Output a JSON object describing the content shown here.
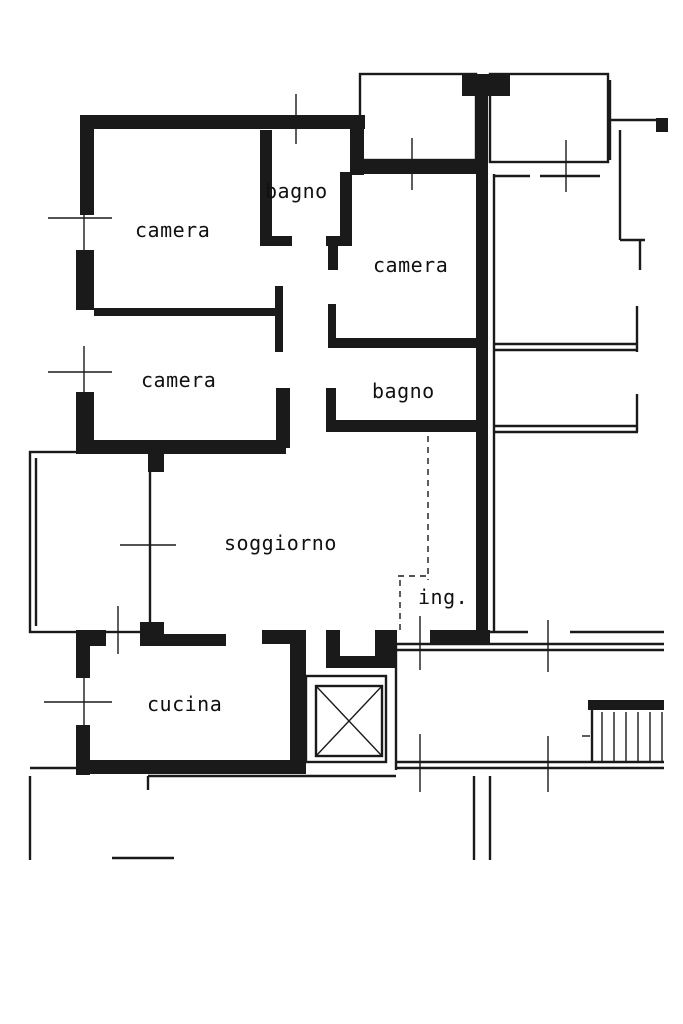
{
  "rooms": {
    "camera_top_left": "camera",
    "bagno_top": "bagno",
    "camera_top_right": "camera",
    "camera_mid_left": "camera",
    "bagno_mid": "bagno",
    "soggiorno": "soggiorno",
    "ingresso": "ing.",
    "cucina": "cucina"
  },
  "icons": {
    "elevator": "elevator-x-box-icon",
    "stairs": "stairs-icon"
  },
  "colors": {
    "ink": "#1a1a1a",
    "paper": "#ffffff"
  }
}
